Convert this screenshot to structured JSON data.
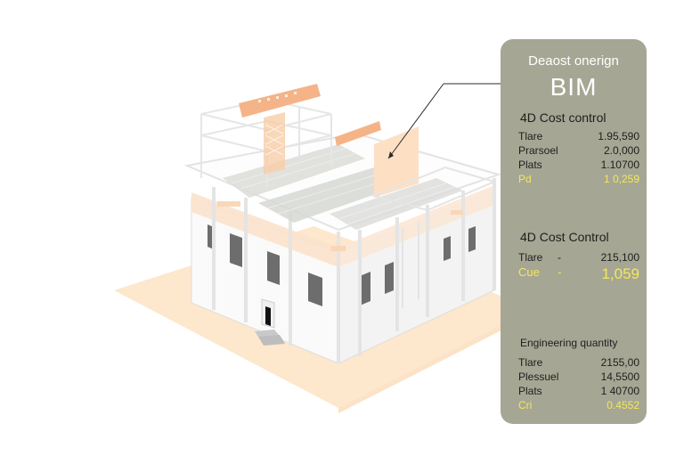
{
  "panel": {
    "headline": "Deaost onerign",
    "title": "BIM",
    "section1": {
      "title": "4D Cost control",
      "rows": [
        {
          "label": "Tlare",
          "value": "1.95,590"
        },
        {
          "label": "Prarsoel",
          "value": "2.0,000"
        },
        {
          "label": "Plats",
          "value": "1.10700"
        },
        {
          "label": "Pd",
          "value": "1 0,259"
        }
      ]
    },
    "section2": {
      "title": "4D Cost Control",
      "rows": [
        {
          "label": "Tlare",
          "sep": "-",
          "value": "215,100"
        },
        {
          "label": "Cue",
          "sep": "-",
          "value": "1,059"
        }
      ]
    },
    "section3": {
      "title": "Engineering quantity",
      "rows": [
        {
          "label": "Tlare",
          "value": "2155,00"
        },
        {
          "label": "Plessuel",
          "value": "14,5500"
        },
        {
          "label": "Plats",
          "value": "1 40700"
        },
        {
          "label": "Cri",
          "value": "0.4552"
        }
      ]
    }
  },
  "colors": {
    "panel_bg": "#a6a694",
    "highlight": "#f2e85a",
    "ground": "#fde3c4",
    "accent_orange": "#f4b488"
  }
}
